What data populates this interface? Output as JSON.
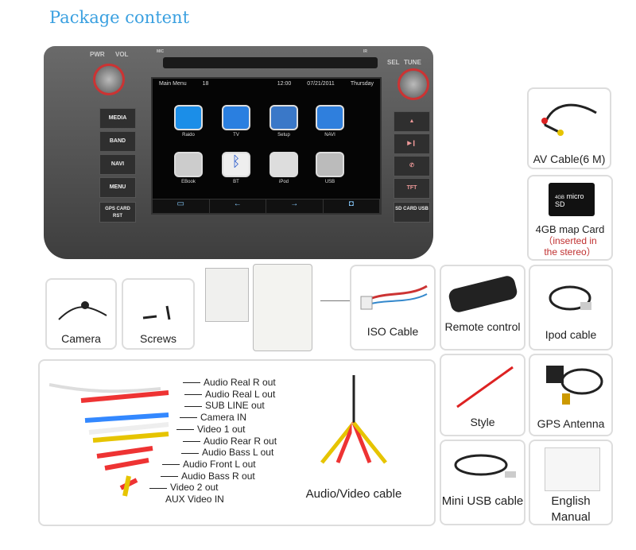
{
  "page_title": "Package content",
  "head_unit": {
    "labels": {
      "pwr": "PWR",
      "vol": "VOL",
      "sel": "SEL",
      "tune": "TUNE",
      "mic": "MIC",
      "ir": "IR"
    },
    "left_buttons": [
      "MEDIA",
      "BAND",
      "NAVI",
      "MENU",
      "GPS CARD RST"
    ],
    "right_buttons": [
      "▲",
      "▶❙",
      "✆",
      "TFT",
      "SD CARD USB"
    ],
    "screen": {
      "title": "Main Menu",
      "number": "18",
      "time": "12:00",
      "date": "07/21/2011",
      "day": "Thursday",
      "apps": [
        "Raido",
        "TV",
        "Setup",
        "NAVI",
        "EBook",
        "BT",
        "iPod",
        "USB"
      ],
      "nav": [
        "▭",
        "←",
        "→",
        "◘"
      ]
    }
  },
  "items": {
    "av_cable": "AV Cable(6 M)",
    "map_card": {
      "label": "4GB map Card",
      "note1": "（inserted in",
      "note2": "the stereo）",
      "card_text": "micro SD",
      "card_size": "4GB"
    },
    "camera": "Camera",
    "screws": "Screws",
    "iso": "ISO Cable",
    "remote": "Remote control",
    "ipod": "Ipod cable",
    "style": "Style",
    "gps": "GPS Antenna",
    "mini_usb": "Mini USB cable",
    "manual": "English Manual",
    "av_video": "Audio/Video cable"
  },
  "av_outputs": [
    "Audio Real R out",
    "Audio Real L out",
    "SUB LINE out",
    "Camera IN",
    "Video 1 out",
    "Audio Rear R out",
    "Audio Bass L  out",
    "Audio Front L   out",
    "Audio Bass R  out",
    "Video 2  out",
    "AUX Video IN"
  ]
}
